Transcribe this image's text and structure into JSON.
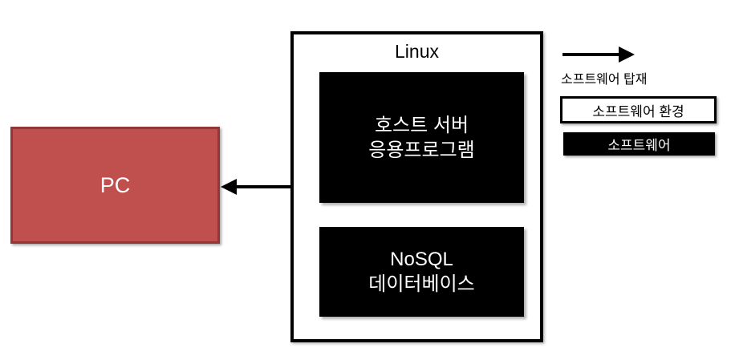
{
  "diagram": {
    "pc": {
      "label": "PC"
    },
    "linux": {
      "title": "Linux"
    },
    "host_app": {
      "label": "호스트 서버\n응용프로그램"
    },
    "nosql": {
      "label": "NoSQL\n데이터베이스"
    },
    "legend": {
      "mount_label": "소프트웨어 탑재",
      "environment_label": "소프트웨어 환경",
      "software_label": "소프트웨어"
    },
    "colors": {
      "pc_fill": "#C0504D",
      "pc_border": "#943634",
      "box_fill_black": "#000000",
      "box_border_black": "#000000",
      "text_white": "#FFFFFF",
      "text_black": "#000000",
      "background": "#FFFFFF"
    }
  }
}
